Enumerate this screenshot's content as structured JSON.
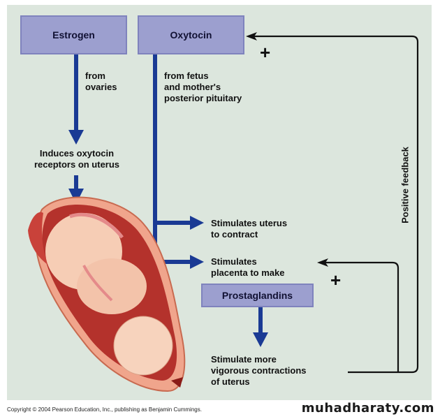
{
  "diagram": {
    "boxes": {
      "estrogen": "Estrogen",
      "oxytocin": "Oxytocin",
      "prostaglandins": "Prostaglandins"
    },
    "labels": {
      "from_ovaries": [
        "from",
        "ovaries"
      ],
      "from_fetus": [
        "from fetus",
        "and mother's",
        "posterior pituitary"
      ],
      "induces": [
        "Induces oxytocin",
        "receptors on uterus"
      ],
      "stimulates_uterus": [
        "Stimulates uterus",
        "to contract"
      ],
      "stimulates_placenta": [
        "Stimulates",
        "placenta to make"
      ],
      "stimulate_more": [
        "Stimulate more",
        "vigorous contractions",
        "of uterus"
      ],
      "positive_feedback": "Positive feedback",
      "plus_sign": "+"
    },
    "illustration": "fetus-in-uterus",
    "colors": {
      "background": "#dce6dd",
      "box_fill": "#9c9fcf",
      "arrow_blue": "#1a3a94",
      "feedback_line": "#111111"
    }
  },
  "footer": {
    "copyright": "Copyright © 2004 Pearson Education, Inc., publishing as Benjamin Cummings.",
    "watermark": "muhadharaty.com"
  }
}
